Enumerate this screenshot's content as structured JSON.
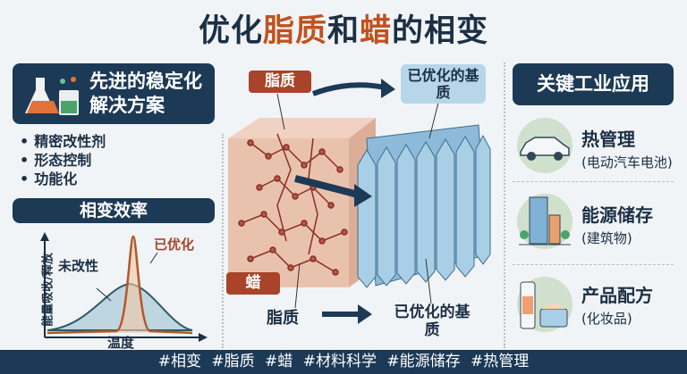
{
  "title": {
    "part1": "优化",
    "part2": "脂质",
    "part3": "和",
    "part4": "蜡",
    "part5": "的相变"
  },
  "left": {
    "header": "先进的稳定化解决方案",
    "bullets": [
      "精密改性剂",
      "形态控制",
      "功能化"
    ],
    "efficiency_header": "相变效率",
    "chart": {
      "ylabel": "能量吸收/释放",
      "xlabel": "温度",
      "label_unmodified": "未改性",
      "label_optimized": "已优化"
    }
  },
  "center": {
    "lipid_top": "脂质",
    "matrix_top": "已优化的基质",
    "wax": "蜡",
    "lipid_bottom": "脂质",
    "matrix_bottom": "已优化的基质"
  },
  "right": {
    "header": "关键工业应用",
    "items": [
      {
        "title": "热管理",
        "sub": "(电动汽车电池)"
      },
      {
        "title": "能源储存",
        "sub": "(建筑物)"
      },
      {
        "title": "产品配方",
        "sub": "(化妆品)"
      }
    ]
  },
  "footer": {
    "tags": [
      "#相变",
      "#脂质",
      "#蜡",
      "#材料科学",
      "#能源储存",
      "#热管理"
    ]
  },
  "colors": {
    "navy": "#1c3a56",
    "orange": "#c0521f",
    "blue": "#7fb2d4"
  }
}
